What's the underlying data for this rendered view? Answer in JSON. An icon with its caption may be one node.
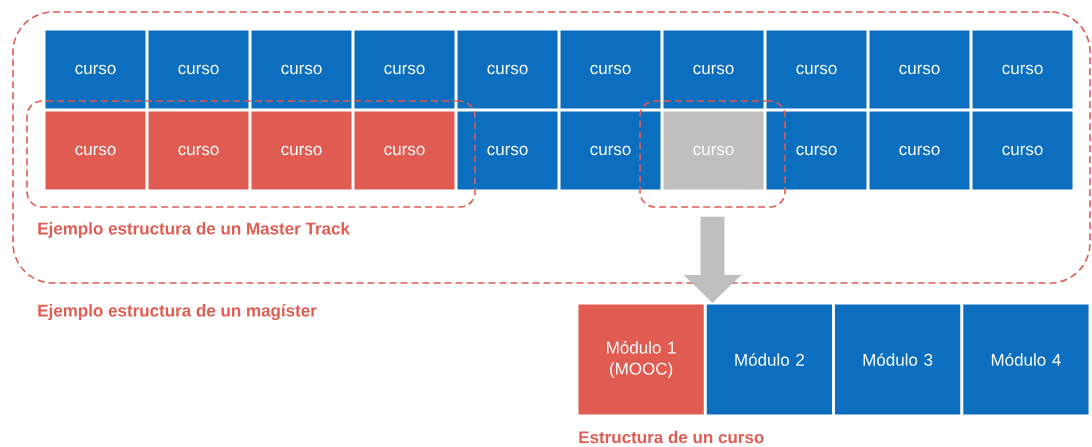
{
  "diagram": {
    "nodes": [
      {
        "text": [
          "Ejemplo estructura de un magíster"
        ]
      },
      {
        "text": [
          "Ejemplo estructura de un Master Track"
        ],
        "in": 0
      },
      {
        "text": [],
        "shape": "box",
        "in": 0
      },
      {
        "text": [
          "curso"
        ],
        "in": 0
      },
      {
        "text": [
          "curso"
        ],
        "in": 0
      },
      {
        "text": [
          "curso"
        ],
        "in": 0
      },
      {
        "text": [
          "curso"
        ],
        "in": 0
      },
      {
        "text": [
          "curso"
        ],
        "in": 0
      },
      {
        "text": [
          "curso"
        ],
        "in": 0
      },
      {
        "text": [
          "curso"
        ],
        "in": 0
      },
      {
        "text": [
          "curso"
        ],
        "in": 0
      },
      {
        "text": [
          "curso"
        ],
        "in": 0
      },
      {
        "text": [
          "curso"
        ],
        "in": 0
      },
      {
        "text": [
          "curso"
        ],
        "in": 1
      },
      {
        "text": [
          "curso"
        ],
        "in": 1
      },
      {
        "text": [
          "curso"
        ],
        "in": 1
      },
      {
        "text": [
          "curso"
        ],
        "in": 1
      },
      {
        "text": [
          "curso"
        ],
        "in": 0
      },
      {
        "text": [
          "curso"
        ],
        "in": 0
      },
      {
        "text": [
          "curso"
        ],
        "in": 2
      },
      {
        "text": [
          "curso"
        ],
        "in": 0
      },
      {
        "text": [
          "curso"
        ],
        "in": 0
      },
      {
        "text": [
          "curso"
        ],
        "in": 0
      },
      {
        "text": [
          "Módulo 1 (MOOC)"
        ]
      },
      {
        "text": [
          "Módulo 2"
        ]
      },
      {
        "text": [
          "Módulo 3"
        ]
      },
      {
        "text": [
          "Módulo 4"
        ]
      }
    ],
    "edges": [
      {
        "from": 2,
        "to": 24,
        "arrow": "to",
        "color": "#bfbfbf"
      }
    ],
    "labels": [
      "Estructura de un curso"
    ]
  }
}
